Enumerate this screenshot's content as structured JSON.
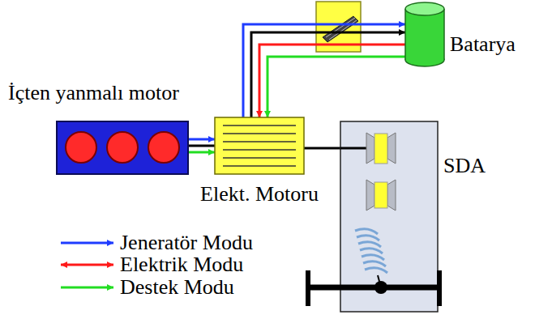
{
  "diagram": {
    "nodes": [
      {
        "text": [
          "Batarya"
        ]
      },
      {
        "text": [
          "İçten yanmalı motor"
        ]
      },
      {
        "text": [
          "Elekt. Motoru"
        ]
      },
      {
        "text": [
          "SDA"
        ]
      }
    ],
    "edges": [
      {
        "from": 1,
        "to": 2,
        "arrow": "to"
      },
      {
        "from": 1,
        "to": 2,
        "arrow": "none"
      },
      {
        "from": 1,
        "to": 2,
        "arrow": "to"
      },
      {
        "from": 2,
        "to": 0,
        "arrow": "to"
      },
      {
        "from": 2,
        "to": 0,
        "arrow": "to"
      },
      {
        "from": 0,
        "to": 2,
        "arrow": "to"
      },
      {
        "from": 0,
        "to": 2,
        "arrow": "to"
      },
      {
        "from": 2,
        "to": 3,
        "arrow": "none"
      }
    ],
    "legend": [
      {
        "text": "Jeneratör Modu"
      },
      {
        "text": "Elektrik Modu"
      },
      {
        "text": "Destek Modu"
      }
    ]
  }
}
